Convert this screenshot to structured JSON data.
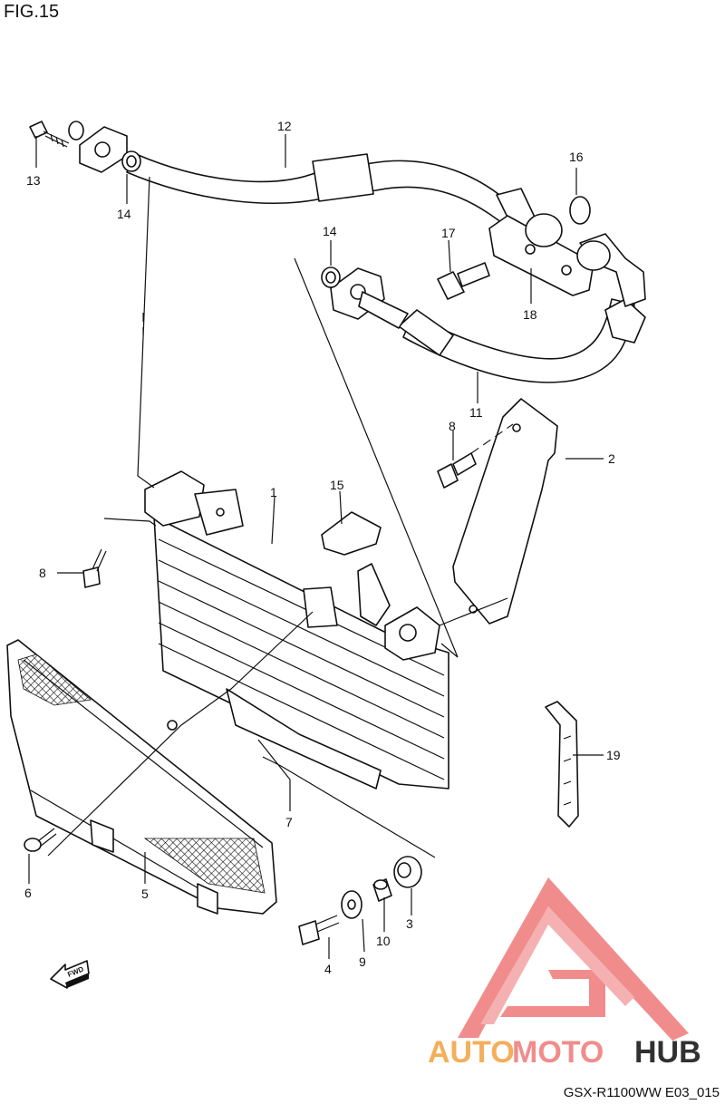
{
  "figure_title": "FIG.15",
  "footer_code": "GSX-R1100WW  E03_015",
  "fwd_label": "FWD",
  "watermark": {
    "text_auto": "AUTO",
    "text_moto": "MOTO",
    "text_hub": "HUB",
    "color_primary": "#f08080",
    "color_accent": "#f3a64b",
    "color_dark": "#1b1b1b"
  },
  "callouts": {
    "c1": "1",
    "c2": "2",
    "c3": "3",
    "c4": "4",
    "c5": "5",
    "c6": "6",
    "c7": "7",
    "c8a": "8",
    "c8b": "8",
    "c9": "9",
    "c10": "10",
    "c11": "11",
    "c12": "12",
    "c13": "13",
    "c14a": "14",
    "c14b": "14",
    "c15": "15",
    "c16": "16",
    "c17": "17",
    "c18": "18",
    "c19": "19"
  }
}
